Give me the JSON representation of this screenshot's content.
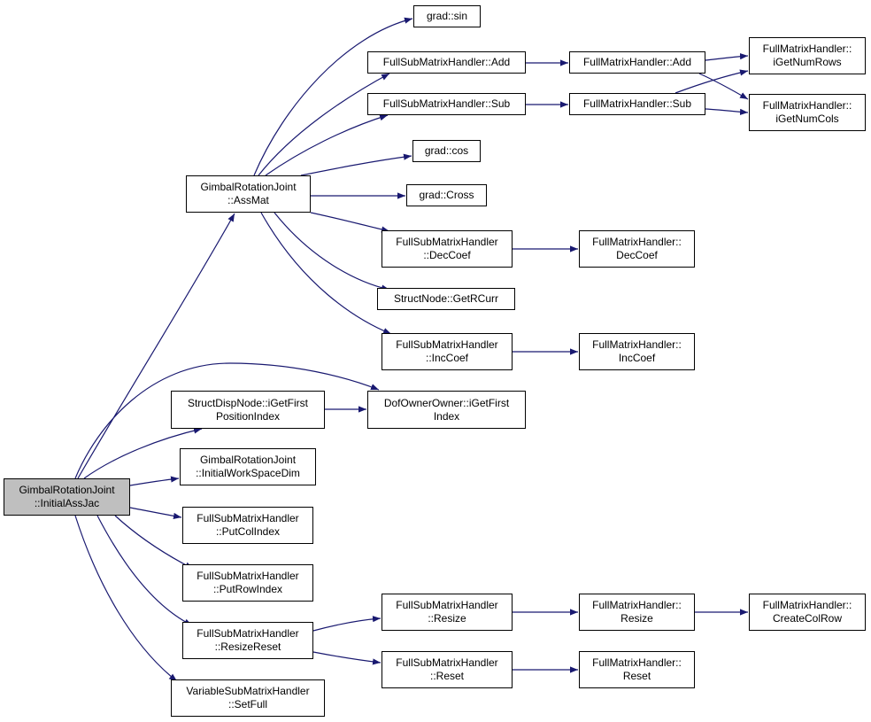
{
  "colors": {
    "edge": "#191970",
    "root_fill": "#bfbfbf",
    "node_fill": "#ffffff",
    "border": "#000000"
  },
  "nodes": {
    "root": {
      "l1": "GimbalRotationJoint",
      "l2": "::InitialAssJac"
    },
    "assmat": {
      "l1": "GimbalRotationJoint",
      "l2": "::AssMat"
    },
    "dispnode": {
      "l1": "StructDispNode::iGetFirst",
      "l2": "PositionIndex"
    },
    "workspace": {
      "l1": "GimbalRotationJoint",
      "l2": "::InitialWorkSpaceDim"
    },
    "putcol": {
      "l1": "FullSubMatrixHandler",
      "l2": "::PutColIndex"
    },
    "putrow": {
      "l1": "FullSubMatrixHandler",
      "l2": "::PutRowIndex"
    },
    "resizereset": {
      "l1": "FullSubMatrixHandler",
      "l2": "::ResizeReset"
    },
    "setfull": {
      "l1": "VariableSubMatrixHandler",
      "l2": "::SetFull"
    },
    "gradsin": {
      "l1": "grad::sin"
    },
    "subadd": {
      "l1": "FullSubMatrixHandler::Add"
    },
    "subsub": {
      "l1": "FullSubMatrixHandler::Sub"
    },
    "gradcos": {
      "l1": "grad::cos"
    },
    "gradcross": {
      "l1": "grad::Cross"
    },
    "subdeccoef": {
      "l1": "FullSubMatrixHandler",
      "l2": "::DecCoef"
    },
    "getrcurr": {
      "l1": "StructNode::GetRCurr"
    },
    "subinccoef": {
      "l1": "FullSubMatrixHandler",
      "l2": "::IncCoef"
    },
    "dofowner": {
      "l1": "DofOwnerOwner::iGetFirst",
      "l2": "Index"
    },
    "subresize": {
      "l1": "FullSubMatrixHandler",
      "l2": "::Resize"
    },
    "subreset": {
      "l1": "FullSubMatrixHandler",
      "l2": "::Reset"
    },
    "fulladd": {
      "l1": "FullMatrixHandler::Add"
    },
    "fullsub": {
      "l1": "FullMatrixHandler::Sub"
    },
    "fulldeccoef": {
      "l1": "FullMatrixHandler::",
      "l2": "DecCoef"
    },
    "fullinccoef": {
      "l1": "FullMatrixHandler::",
      "l2": "IncCoef"
    },
    "fullresize": {
      "l1": "FullMatrixHandler::",
      "l2": "Resize"
    },
    "fullreset": {
      "l1": "FullMatrixHandler::",
      "l2": "Reset"
    },
    "numrows": {
      "l1": "FullMatrixHandler::",
      "l2": "iGetNumRows"
    },
    "numcols": {
      "l1": "FullMatrixHandler::",
      "l2": "iGetNumCols"
    },
    "createcolrow": {
      "l1": "FullMatrixHandler::",
      "l2": "CreateColRow"
    }
  },
  "edges": [
    [
      "root",
      "assmat"
    ],
    [
      "root",
      "dispnode"
    ],
    [
      "root",
      "workspace"
    ],
    [
      "root",
      "putcol"
    ],
    [
      "root",
      "putrow"
    ],
    [
      "root",
      "resizereset"
    ],
    [
      "root",
      "setfull"
    ],
    [
      "root",
      "dofowner"
    ],
    [
      "assmat",
      "gradsin"
    ],
    [
      "assmat",
      "subadd"
    ],
    [
      "assmat",
      "subsub"
    ],
    [
      "assmat",
      "gradcos"
    ],
    [
      "assmat",
      "gradcross"
    ],
    [
      "assmat",
      "subdeccoef"
    ],
    [
      "assmat",
      "getrcurr"
    ],
    [
      "assmat",
      "subinccoef"
    ],
    [
      "dispnode",
      "dofowner"
    ],
    [
      "resizereset",
      "subresize"
    ],
    [
      "resizereset",
      "subreset"
    ],
    [
      "subadd",
      "fulladd"
    ],
    [
      "subsub",
      "fullsub"
    ],
    [
      "subdeccoef",
      "fulldeccoef"
    ],
    [
      "subinccoef",
      "fullinccoef"
    ],
    [
      "subresize",
      "fullresize"
    ],
    [
      "subreset",
      "fullreset"
    ],
    [
      "fulladd",
      "numrows"
    ],
    [
      "fulladd",
      "numcols"
    ],
    [
      "fullsub",
      "numrows"
    ],
    [
      "fullsub",
      "numcols"
    ],
    [
      "fullresize",
      "createcolrow"
    ]
  ]
}
